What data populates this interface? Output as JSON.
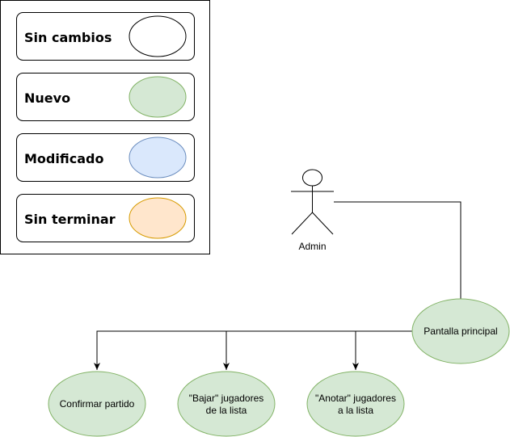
{
  "legend": {
    "items": [
      {
        "label": "Sin cambios",
        "fill": "#ffffff",
        "stroke": "#000000"
      },
      {
        "label": "Nuevo",
        "fill": "#d5e8d4",
        "stroke": "#82b366"
      },
      {
        "label": "Modificado",
        "fill": "#dae8fc",
        "stroke": "#6c8ebf"
      },
      {
        "label": "Sin terminar",
        "fill": "#ffe6cc",
        "stroke": "#d79b00"
      }
    ]
  },
  "actor": {
    "label": "Admin"
  },
  "use_cases": {
    "main": {
      "label": "Pantalla principal",
      "fill": "#d5e8d4",
      "stroke": "#82b366"
    },
    "confirm": {
      "label": "Confirmar partido",
      "fill": "#d5e8d4",
      "stroke": "#82b366"
    },
    "drop_players": {
      "line1": "\"Bajar\" jugadores",
      "line2": "de la lista",
      "fill": "#d5e8d4",
      "stroke": "#82b366"
    },
    "add_players": {
      "line1": "\"Anotar\" jugadores",
      "line2": "a la lista",
      "fill": "#d5e8d4",
      "stroke": "#82b366"
    }
  }
}
